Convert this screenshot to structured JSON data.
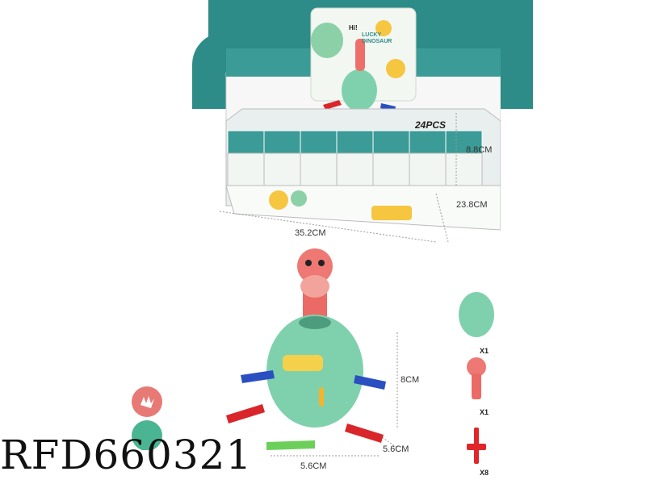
{
  "product": {
    "sku": "RFD660321",
    "box_brand": "LUCKY DINOSAUR",
    "box_count_label": "24PCS",
    "box_greeting": "Hi!"
  },
  "dimensions": {
    "display_height": "8.8CM",
    "display_depth": "23.8CM",
    "display_width": "35.2CM",
    "toy_height": "8CM",
    "toy_depth": "5.6CM",
    "toy_width": "5.6CM"
  },
  "parts": [
    {
      "name": "barrel",
      "qty": "X1",
      "color": "#7fd1ad"
    },
    {
      "name": "dinosaur",
      "qty": "X1",
      "color": "#ee6f6a"
    },
    {
      "name": "sword",
      "qty": "X8",
      "color": "#e0262a"
    }
  ],
  "colors": {
    "teal": "#2e8c88",
    "mint": "#7fd1ad",
    "coral": "#ee6f6a",
    "red": "#d9262b",
    "blue": "#2a4fc0",
    "green": "#6ccf5a"
  }
}
